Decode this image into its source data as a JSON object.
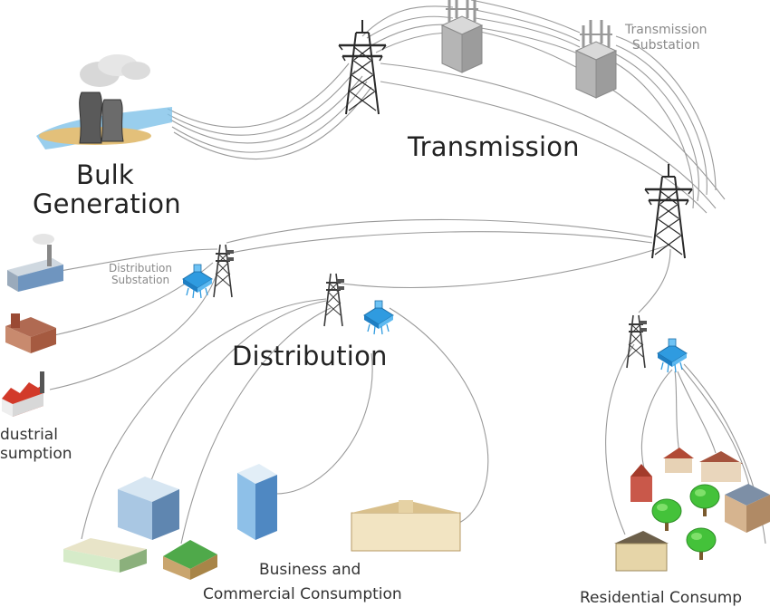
{
  "labels": {
    "bulk_generation_line1": "Bulk",
    "bulk_generation_line2": "Generation",
    "transmission": "Transmission",
    "transmission_substation_line1": "Transmission",
    "transmission_substation_line2": "Substation",
    "distribution": "Distribution",
    "distribution_substation_line1": "Distribution",
    "distribution_substation_line2": "Substation",
    "industrial_line1": "dustrial",
    "industrial_line2": "sumption",
    "business_line1": "Business and",
    "business_line2": "Commercial Consumption",
    "residential": "Residential Consump"
  },
  "colors": {
    "wire": "#9a9a9a",
    "substation_accent": "#2f9be0",
    "tree_green": "#44c23a",
    "roof_red": "#c0392b"
  },
  "icons": [
    "power-plant-icon",
    "transmission-tower-icon",
    "substation-icon",
    "factory-icon",
    "office-building-icon",
    "house-icon",
    "tree-icon"
  ]
}
